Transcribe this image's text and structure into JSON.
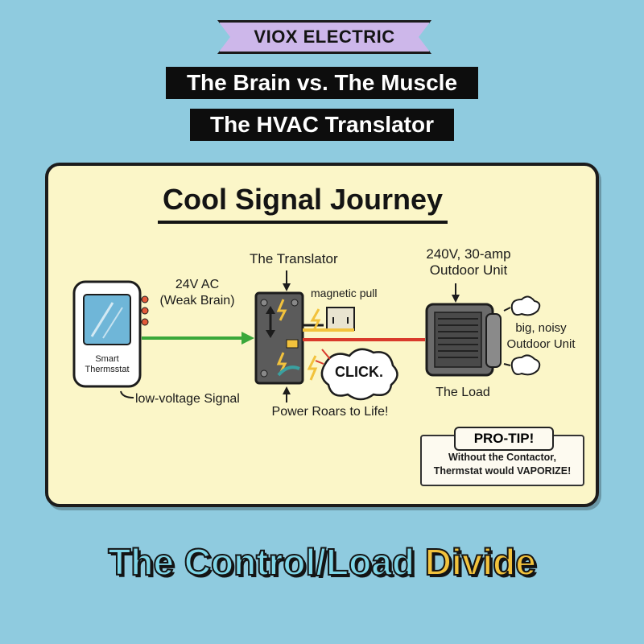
{
  "header": {
    "brand": "VIOX ELECTRIC",
    "title_line1": "The Brain vs. The Muscle",
    "title_line2": "The HVAC Translator"
  },
  "panel": {
    "title": "Cool Signal Journey"
  },
  "thermostat": {
    "label_line1": "Smart",
    "label_line2": "Thermsstat",
    "voltage_line1": "24V AC",
    "voltage_line2": "(Weak Brain)",
    "signal_label": "low-voltage Signal"
  },
  "contactor": {
    "name_label": "The Translator",
    "magnet_label": "magnetic pull",
    "click_label": "CLICK.",
    "power_label": "Power Roars to Life!"
  },
  "outdoor_unit": {
    "rating_line1": "240V, 30-amp",
    "rating_line2": "Outdoor Unit",
    "noise_line1": "big, noisy",
    "noise_line2": "Outdoor Unit",
    "load_label": "The Load"
  },
  "protip": {
    "heading": "PRO-TIP!",
    "line1": "Without the Contactor,",
    "line2": "Thermstat would VAPORIZE!"
  },
  "footer": {
    "word1": "The Control/Load",
    "word2": "Divide"
  },
  "colors": {
    "background": "#8fcbdf",
    "panel": "#fbf6c8",
    "brand_banner": "#cdb7ea",
    "signal_wire": "#3aa83a",
    "power_wire": "#d93a2b",
    "accent_yellow": "#f2c23c"
  }
}
